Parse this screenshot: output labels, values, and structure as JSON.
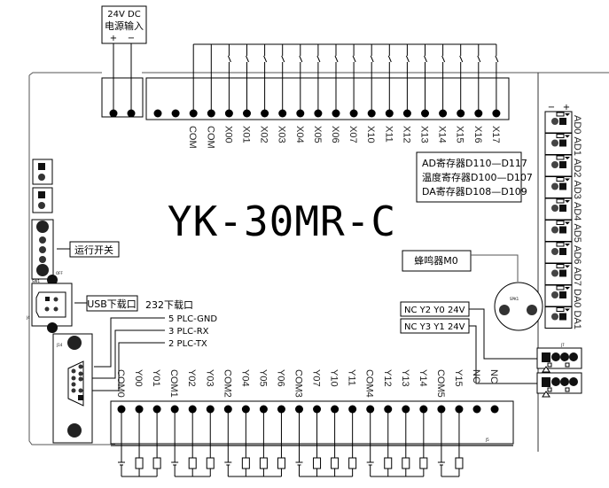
{
  "title": "YK-30MR-C",
  "power_input": {
    "line1": "24V  DC",
    "line2": "电源输入",
    "plus": "+",
    "minus": "−"
  },
  "input_terminals": [
    "COM",
    "COM",
    "X00",
    "X01",
    "X02",
    "X03",
    "X04",
    "X05",
    "X06",
    "X07",
    "X10",
    "X11",
    "X12",
    "X13",
    "X14",
    "X15",
    "X16",
    "X17"
  ],
  "output_terminals": [
    "COM0",
    "Y00",
    "Y01",
    "COM1",
    "Y02",
    "Y03",
    "COM2",
    "Y04",
    "Y05",
    "Y06",
    "COM3",
    "Y07",
    "Y10",
    "Y11",
    "COM4",
    "Y12",
    "Y13",
    "Y14",
    "COM5",
    "Y15",
    "NC",
    "NC"
  ],
  "analog_channels": [
    "AD0",
    "AD1",
    "AD2",
    "AD3",
    "AD4",
    "AD5",
    "AD6",
    "AD7",
    "DA0",
    "DA1"
  ],
  "analog_polarity": {
    "minus": "−",
    "plus": "+"
  },
  "register_note": [
    "AD寄存器D110—D117",
    "温度寄存器D100—D107",
    "DA寄存器D108—D109"
  ],
  "buzzer_label": "蜂鸣器M0",
  "buzzer_ref": "SPK1",
  "run_switch_label": "运行开关",
  "usb_label": "USB下载口",
  "rs232": {
    "title": "232下载口",
    "pins": [
      "5 PLC-GND",
      "3 PLC-RX",
      "2 PLC-TX"
    ]
  },
  "transistor_out": [
    "NC Y2 Y0 24V",
    "NC Y3 Y1 24V"
  ],
  "refs": {
    "sw": "SW1",
    "off": "OFF",
    "j14": "J14",
    "j4": "J4",
    "j5": "J5",
    "j7": "J7"
  }
}
